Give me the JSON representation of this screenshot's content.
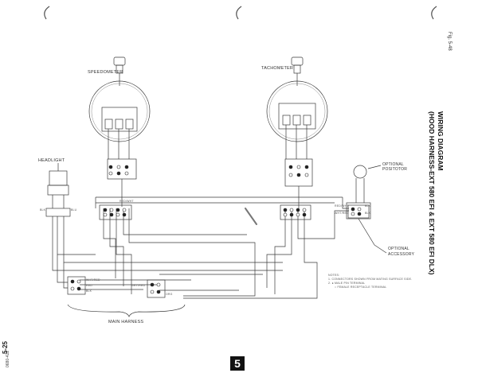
{
  "figure": {
    "ref": "Fig. 5-48",
    "title_line1": "WIRING DIAGRAM",
    "title_line2": "(HOOD HARNESS-EXT 580 EFI & EXT 580 EFI DLX)"
  },
  "components": {
    "speedometer": "SPEEDOMETER",
    "tachometer": "TACHOMETER",
    "headlight": "HEADLIGHT",
    "optional_positotor_line1": "OPTIONAL",
    "optional_positotor_line2": "POSITOTOR",
    "optional_accessory_line1": "OPTIONAL",
    "optional_accessory_line2": "ACCESSORY",
    "main_harness": "MAIN HARNESS"
  },
  "wire_labels": {
    "blk_left": "BLK",
    "blu_left": "BLU",
    "red_wht_tach": "RED/WHT",
    "red_wht_acc": "RED/WHT",
    "blk_acc": "BLK",
    "wht_red_acc": "WHT/RED",
    "blk_acc2": "BLK",
    "wht_red_main": "WHT/RED",
    "red_main": "RED",
    "blk_main": "BLK",
    "gry_main": "GRY/RED",
    "org_main": "ORG"
  },
  "notes": {
    "title": "NOTES:",
    "line1": "1. CONNECTORS SHOWN FROM MATING SURFACE SIDE.",
    "line2": "2. ● MALE PIN TERMINAL",
    "line3": "○ FEMALE RECEPTACLE TERMINAL"
  },
  "page": {
    "number": "5-25",
    "code": "0680-422",
    "section": "5"
  },
  "colors": {
    "line": "#3a3a3a",
    "paper": "#ffffff",
    "tab": "#111111"
  }
}
